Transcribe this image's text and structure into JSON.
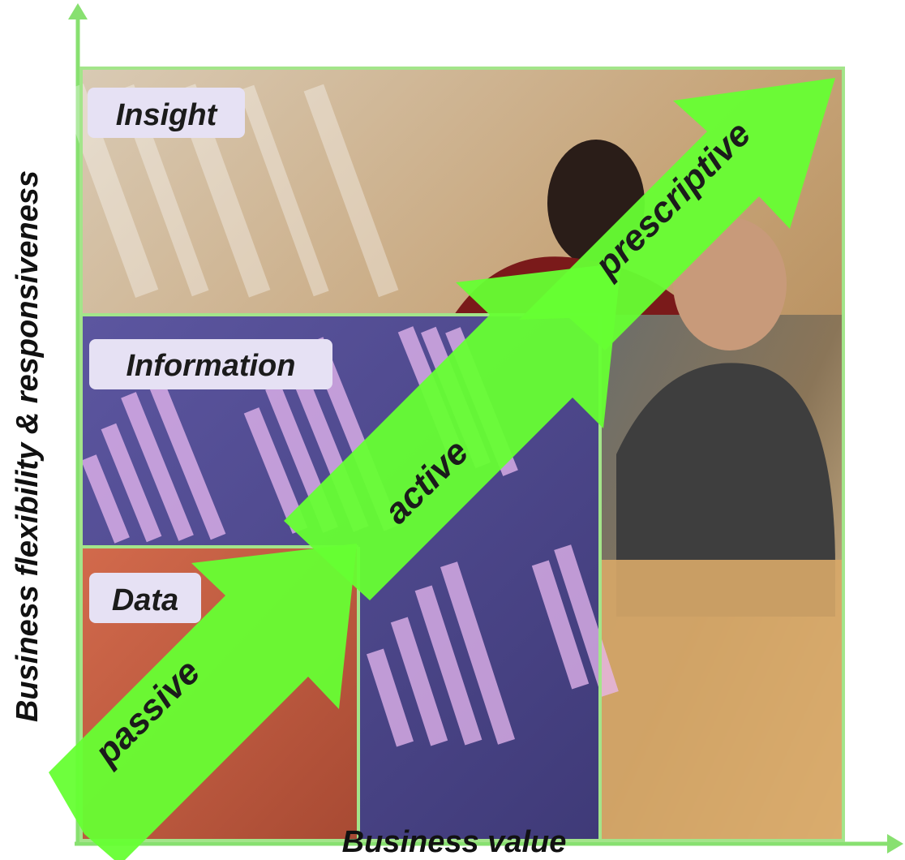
{
  "axes": {
    "x_label": "Business value",
    "y_label": "Business flexibility & responsiveness"
  },
  "tiers": [
    {
      "label": "Insight"
    },
    {
      "label": "Information"
    },
    {
      "label": "Data"
    }
  ],
  "arrow_labels": [
    "passive",
    "active",
    "prescriptive"
  ],
  "colors": {
    "axis": "#88e070",
    "arrow": "#66ff33",
    "tier_border": "#a3e58a",
    "label_bg": "#e6e1f4",
    "insight_bg": "#c8a77a",
    "information_bg": "#4f4a8e",
    "data_bg": "#c0583a",
    "people_bg": "#7d6a57"
  }
}
